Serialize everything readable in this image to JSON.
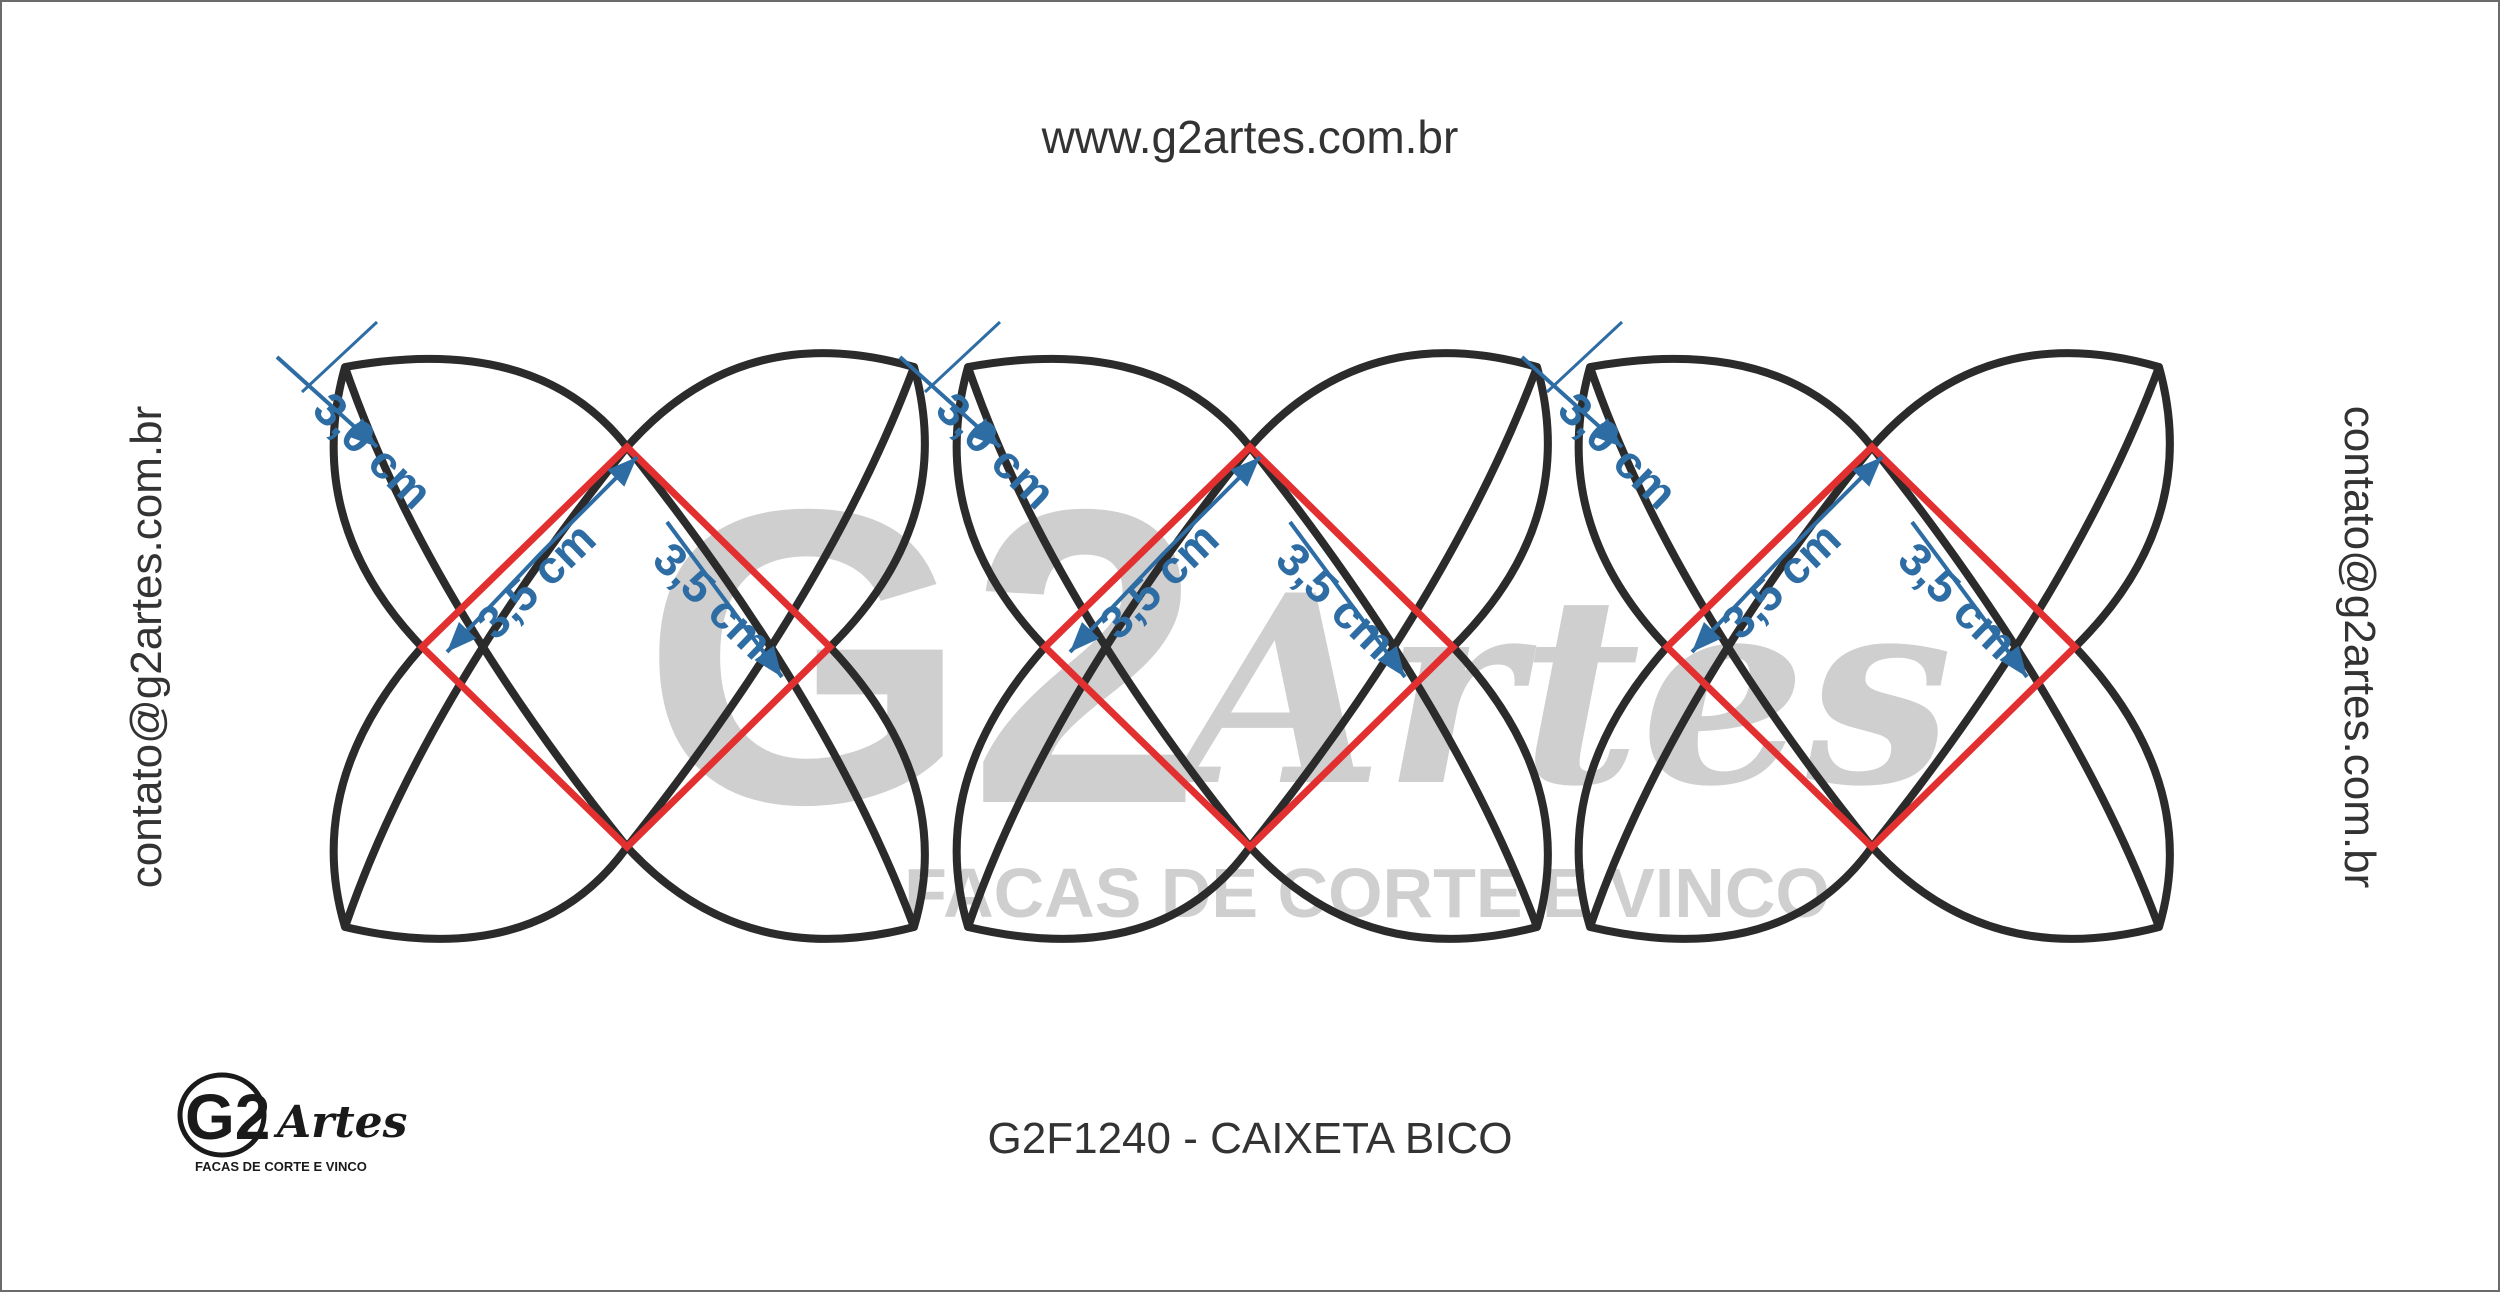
{
  "header": {
    "site_url": "www.g2artes.com.br"
  },
  "sidebar": {
    "email_left": "contato@g2artes.com.br",
    "email_right": "contato@g2artes.com.br"
  },
  "footer": {
    "part_label": "G2F1240 - CAIXETA BICO"
  },
  "logo": {
    "mark": "G2",
    "script": "Artes",
    "tagline": "FACAS DE CORTE E VINCO"
  },
  "watermark": {
    "mark": "G2",
    "script": "Artes",
    "tagline": "FACAS DE CORTE E VINCO"
  },
  "dimensions": {
    "flap_width": "3,0 cm",
    "side_a": "3,5 cm",
    "side_b": "3,5 cm"
  },
  "colors": {
    "cut_line": "#2b2b2b",
    "fold_line": "#e23030",
    "dimension": "#2e6ca4",
    "watermark": "#cfcfcf",
    "text": "#333333"
  }
}
